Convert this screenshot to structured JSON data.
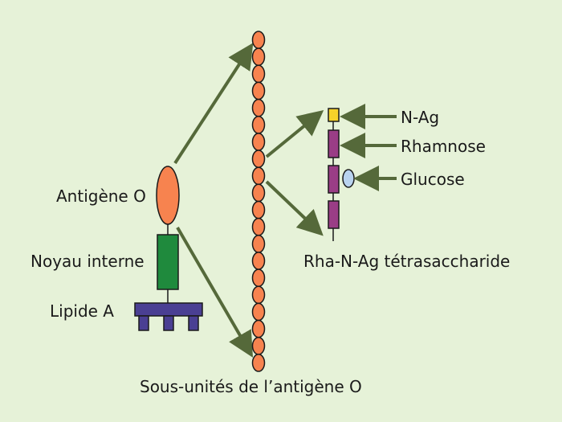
{
  "labels": {
    "o_antigen": "Antigène O",
    "core": "Noyau interne",
    "lipid_a": "Lipide A",
    "subunits": "Sous-unités de l’antigène O",
    "n_ag": "N-Ag",
    "rhamnose": "Rhamnose",
    "glucose": "Glucose",
    "tetrasaccharide": "Rha-N-Ag tétrasaccharide"
  },
  "colors": {
    "background": "#e6f2d8",
    "o_antigen": "#f7834f",
    "core": "#1f8a3d",
    "lipid_a": "#4a3f93",
    "n_ag": "#f5d22a",
    "rhamnose": "#9a3d86",
    "glucose": "#b9d3ef",
    "arrow": "#55693a",
    "outline": "#1a1a1a"
  },
  "chain": {
    "count": 20
  }
}
